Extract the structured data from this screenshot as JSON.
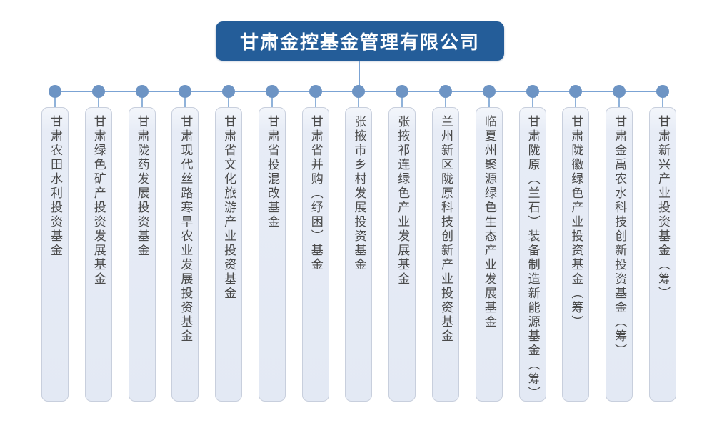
{
  "chart": {
    "type": "org-chart",
    "root": {
      "label": "甘肃金控基金管理有限公司"
    },
    "funds": [
      "甘肃农田水利投资基金",
      "甘肃绿色矿产投资发展基金",
      "甘肃陇药发展投资基金",
      "甘肃现代丝路寒旱农业发展投资基金",
      "甘肃省文化旅游产业投资基金",
      "甘肃省投混改基金",
      "甘肃省并购（纾困）基金",
      "张掖市乡村发展投资基金",
      "张掖祁连绿色产业发展基金",
      "兰州新区陇原科技创新产业投资基金",
      "临夏州聚源绿色生态产业发展基金",
      "甘肃陇原（兰石）装备制造新能源基金（筹）",
      "甘肃陇徽绿色产业投资基金（筹）",
      "甘肃金禹农水科技创新投资基金（筹）",
      "甘肃新兴产业投资基金（筹）"
    ],
    "colors": {
      "root_box_fill": "#245d99",
      "root_text": "#ffffff",
      "connector_line": "#7ba3d4",
      "node_dot": "#6d94c4",
      "fund_box_fill": "#e3e9f4",
      "fund_box_border": "#c8cfdd",
      "fund_text": "#4a4a4a"
    }
  }
}
